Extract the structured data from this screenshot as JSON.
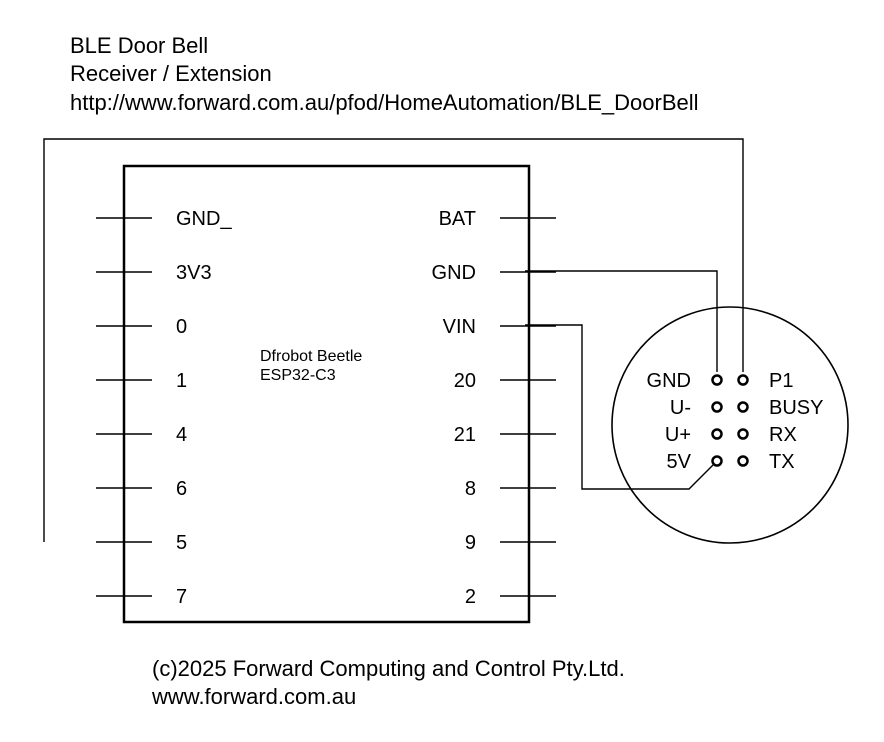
{
  "header": {
    "title": "BLE Door Bell",
    "subtitle": "Receiver / Extension",
    "url": "http://www.forward.com.au/pfod/HomeAutomation/BLE_DoorBell"
  },
  "board": {
    "name_line1": "Dfrobot Beetle",
    "name_line2": "ESP32-C3",
    "left_pins": [
      "GND_",
      "3V3",
      "0",
      "1",
      "4",
      "6",
      "5",
      "7"
    ],
    "right_pins": [
      "BAT",
      "GND",
      "VIN",
      "20",
      "21",
      "8",
      "9",
      "2"
    ]
  },
  "module": {
    "left_labels": [
      "GND",
      "U-",
      "U+",
      "5V"
    ],
    "right_labels": [
      "P1",
      "BUSY",
      "RX",
      "TX"
    ]
  },
  "footer": {
    "copyright": "(c)2025 Forward Computing and Control Pty.Ltd.",
    "website": "www.forward.com.au"
  }
}
